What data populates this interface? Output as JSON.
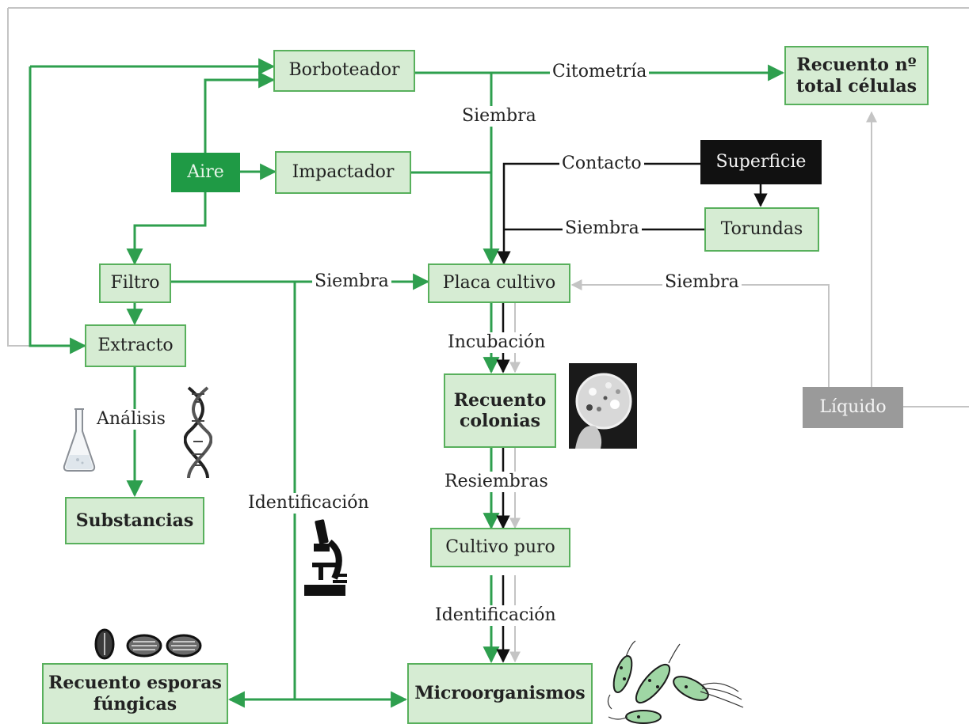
{
  "colors": {
    "green": "#1f9a45",
    "green_light": "#d6ecd3",
    "green_line": "#2e9f4e",
    "black": "#111111",
    "gray": "#9a9a9a",
    "gray_line": "#c4c4c4"
  },
  "nodes": {
    "borboteador": "Borboteador",
    "recuento_total_line1": "Recuento nº",
    "recuento_total_line2": "total células",
    "aire": "Aire",
    "impactador": "Impactador",
    "superficie": "Superficie",
    "torundas": "Torundas",
    "filtro": "Filtro",
    "placa_cultivo": "Placa cultivo",
    "extracto": "Extracto",
    "recuento_colonias_line1": "Recuento",
    "recuento_colonias_line2": "colonias",
    "liquido": "Líquido",
    "substancias": "Substancias",
    "cultivo_puro": "Cultivo puro",
    "recuento_esporas_line1": "Recuento esporas",
    "recuento_esporas_line2": "fúngicas",
    "microorganismos": "Microorganismos"
  },
  "edge_labels": {
    "citometria": "Citometría",
    "siembra_top": "Siembra",
    "contacto": "Contacto",
    "siembra_torundas": "Siembra",
    "siembra_filtro": "Siembra",
    "siembra_liquido": "Siembra",
    "incubacion": "Incubación",
    "analisis": "Análisis",
    "resiembras": "Resiembras",
    "identificacion_left": "Identificación",
    "identificacion_right": "Identificación"
  },
  "icons": [
    "flask-icon",
    "dna-icon",
    "microscope-icon",
    "petri-dish-photo",
    "spores-icon",
    "bacteria-icon"
  ]
}
